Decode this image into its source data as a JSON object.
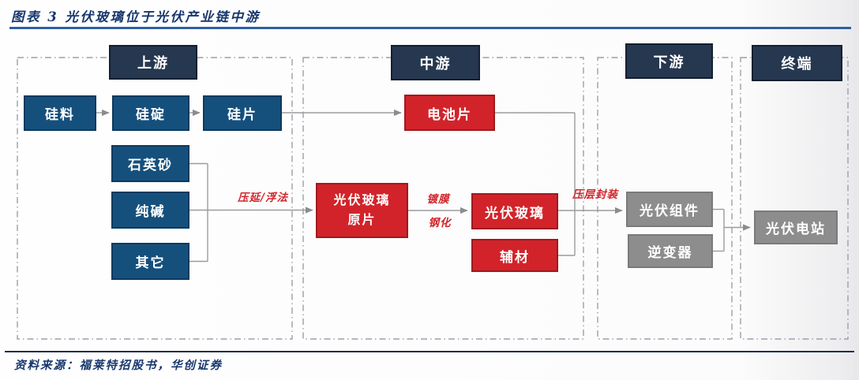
{
  "page": {
    "title": "图表 3  光伏玻璃位于光伏产业链中游",
    "source": "资料来源：福莱特招股书，华创证券"
  },
  "sections": {
    "upstream": "上游",
    "midstream": "中游",
    "downstream": "下游",
    "terminal": "终端"
  },
  "nodes": {
    "silicon_material": "硅料",
    "silicon_ingot": "硅碇",
    "silicon_wafer": "硅片",
    "quartz_sand": "石英砂",
    "soda_ash": "纯碱",
    "others": "其它",
    "solar_cell": "电池片",
    "pv_glass_raw_line1": "光伏玻璃",
    "pv_glass_raw_line2": "原片",
    "pv_glass": "光伏玻璃",
    "auxiliary_materials": "辅材",
    "pv_module": "光伏组件",
    "inverter": "逆变器",
    "pv_power_station": "光伏电站"
  },
  "process_labels": {
    "calendering_float": "压延/浮法",
    "coating": "镀膜",
    "tempering": "钢化",
    "lamination_packaging": "压层封装"
  },
  "colors": {
    "header_box": "#263750",
    "blue_box": "#15507d",
    "red_box": "#d2232a",
    "gray_box": "#8d8d8d",
    "title_text": "#17376e",
    "accent_line": "#2e5fa3",
    "process_label": "#d2232a",
    "connector": "#9a9c9e"
  }
}
